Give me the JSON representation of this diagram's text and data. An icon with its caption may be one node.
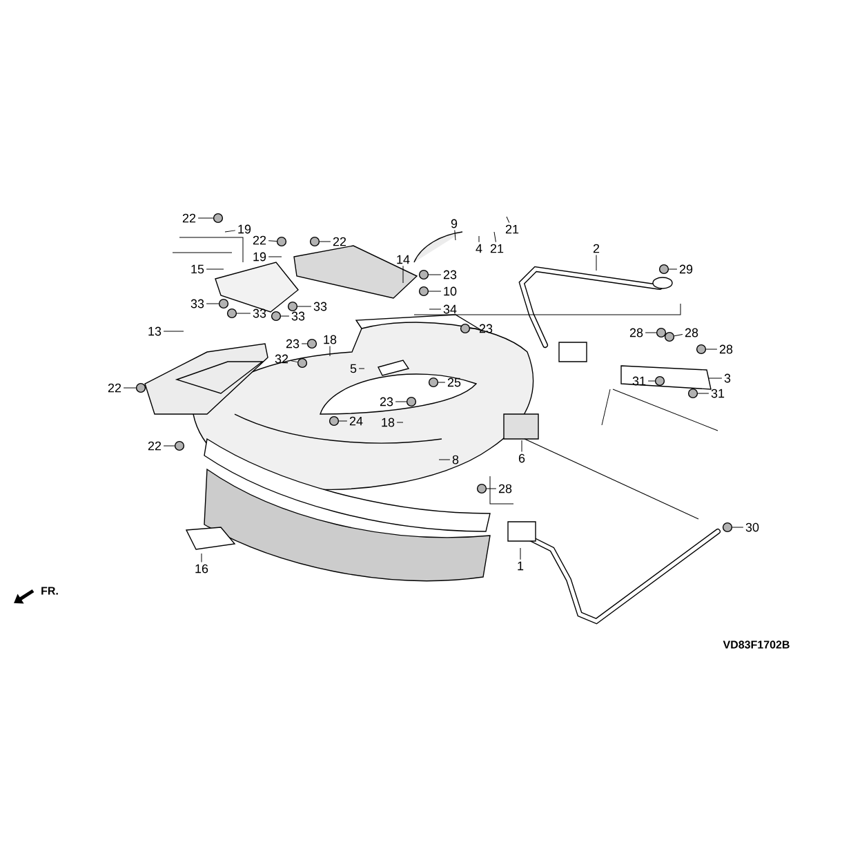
{
  "diagram": {
    "nodes": [
      {
        "text": [
          "22"
        ]
      },
      {
        "text": [
          "19"
        ]
      },
      {
        "text": [
          "22"
        ]
      },
      {
        "text": [
          "19"
        ]
      },
      {
        "text": [
          "15"
        ]
      },
      {
        "text": [
          "22"
        ]
      },
      {
        "text": [
          "14"
        ]
      },
      {
        "text": [
          "9"
        ]
      },
      {
        "text": [
          "4"
        ]
      },
      {
        "text": [
          "21"
        ]
      },
      {
        "text": [
          "21"
        ]
      },
      {
        "text": [
          "23"
        ]
      },
      {
        "text": [
          "10"
        ]
      },
      {
        "text": [
          "34"
        ]
      },
      {
        "text": [
          "2"
        ]
      },
      {
        "text": [
          "29"
        ]
      },
      {
        "text": [
          "33"
        ]
      },
      {
        "text": [
          "33"
        ]
      },
      {
        "text": [
          "33"
        ]
      },
      {
        "text": [
          "33"
        ]
      },
      {
        "text": [
          "13"
        ]
      },
      {
        "text": [
          "22"
        ]
      },
      {
        "text": [
          "23"
        ]
      },
      {
        "text": [
          "18"
        ]
      },
      {
        "text": [
          "32"
        ]
      },
      {
        "text": [
          "5"
        ]
      },
      {
        "text": [
          "23"
        ]
      },
      {
        "text": [
          "28"
        ]
      },
      {
        "text": [
          "28"
        ]
      },
      {
        "text": [
          "28"
        ]
      },
      {
        "text": [
          "3"
        ]
      },
      {
        "text": [
          "31"
        ]
      },
      {
        "text": [
          "31"
        ]
      },
      {
        "text": [
          "23"
        ]
      },
      {
        "text": [
          "25"
        ]
      },
      {
        "text": [
          "24"
        ]
      },
      {
        "text": [
          "18"
        ]
      },
      {
        "text": [
          "22"
        ]
      },
      {
        "text": [
          "8"
        ]
      },
      {
        "text": [
          "6"
        ]
      },
      {
        "text": [
          "28"
        ]
      },
      {
        "text": [
          "16"
        ]
      },
      {
        "text": [
          "1"
        ]
      },
      {
        "text": [
          "30"
        ]
      },
      {
        "text": [],
        "shape": "circle"
      },
      {
        "text": [],
        "shape": "circle"
      },
      {
        "text": [],
        "shape": "circle"
      },
      {
        "text": [],
        "shape": "circle"
      },
      {
        "text": [],
        "shape": "circle"
      },
      {
        "text": [],
        "shape": "circle"
      },
      {
        "text": [],
        "shape": "circle"
      },
      {
        "text": [],
        "shape": "circle"
      },
      {
        "text": [],
        "shape": "circle"
      },
      {
        "text": [],
        "shape": "circle"
      },
      {
        "text": [],
        "shape": "circle"
      },
      {
        "text": [],
        "shape": "circle"
      },
      {
        "text": [],
        "shape": "circle"
      },
      {
        "text": [],
        "shape": "circle"
      },
      {
        "text": [],
        "shape": "circle"
      },
      {
        "text": [],
        "shape": "circle"
      },
      {
        "text": [],
        "shape": "circle"
      },
      {
        "text": [],
        "shape": "circle"
      },
      {
        "text": [],
        "shape": "circle"
      },
      {
        "text": [],
        "shape": "circle"
      },
      {
        "text": [],
        "shape": "circle"
      },
      {
        "text": [],
        "shape": "circle"
      },
      {
        "text": [],
        "shape": "circle"
      },
      {
        "text": [],
        "shape": "circle"
      },
      {
        "text": [],
        "shape": "circle"
      }
    ],
    "edges": [
      {
        "from": 0,
        "to": 44,
        "arrow": "none"
      },
      {
        "from": 1,
        "to": null,
        "arrow": "none"
      },
      {
        "from": 2,
        "to": 45,
        "arrow": "none"
      },
      {
        "from": 3,
        "to": null,
        "arrow": "none"
      },
      {
        "from": 4,
        "to": null,
        "arrow": "none"
      },
      {
        "from": 5,
        "to": 46,
        "arrow": "none"
      },
      {
        "from": 6,
        "to": null,
        "arrow": "none"
      },
      {
        "from": 7,
        "to": null,
        "arrow": "none"
      },
      {
        "from": 8,
        "to": null,
        "arrow": "none"
      },
      {
        "from": 9,
        "to": null,
        "arrow": "none"
      },
      {
        "from": 10,
        "to": null,
        "arrow": "none"
      },
      {
        "from": 11,
        "to": 47,
        "arrow": "none"
      },
      {
        "from": 12,
        "to": 48,
        "arrow": "none"
      },
      {
        "from": 13,
        "to": null,
        "arrow": "none"
      },
      {
        "from": 14,
        "to": null,
        "arrow": "none"
      },
      {
        "from": 15,
        "to": 49,
        "arrow": "none"
      },
      {
        "from": 16,
        "to": 50,
        "arrow": "none"
      },
      {
        "from": 17,
        "to": 51,
        "arrow": "none"
      },
      {
        "from": 18,
        "to": 52,
        "arrow": "none"
      },
      {
        "from": 19,
        "to": 53,
        "arrow": "none"
      },
      {
        "from": 20,
        "to": null,
        "arrow": "none"
      },
      {
        "from": 21,
        "to": 54,
        "arrow": "none"
      },
      {
        "from": 22,
        "to": 55,
        "arrow": "none"
      },
      {
        "from": 23,
        "to": null,
        "arrow": "none"
      },
      {
        "from": 24,
        "to": 56,
        "arrow": "none"
      },
      {
        "from": 25,
        "to": null,
        "arrow": "none"
      },
      {
        "from": 26,
        "to": 57,
        "arrow": "none"
      },
      {
        "from": 27,
        "to": 58,
        "arrow": "none"
      },
      {
        "from": 28,
        "to": 59,
        "arrow": "none"
      },
      {
        "from": 29,
        "to": 60,
        "arrow": "none"
      },
      {
        "from": 30,
        "to": null,
        "arrow": "none"
      },
      {
        "from": 31,
        "to": 61,
        "arrow": "none"
      },
      {
        "from": 32,
        "to": 62,
        "arrow": "none"
      },
      {
        "from": 33,
        "to": 63,
        "arrow": "none"
      },
      {
        "from": 34,
        "to": 64,
        "arrow": "none"
      },
      {
        "from": 35,
        "to": 65,
        "arrow": "none"
      },
      {
        "from": 36,
        "to": null,
        "arrow": "none"
      },
      {
        "from": 37,
        "to": 66,
        "arrow": "none"
      },
      {
        "from": 38,
        "to": null,
        "arrow": "none"
      },
      {
        "from": 39,
        "to": null,
        "arrow": "none"
      },
      {
        "from": 40,
        "to": 67,
        "arrow": "none"
      },
      {
        "from": 41,
        "to": null,
        "arrow": "none"
      },
      {
        "from": 42,
        "to": null,
        "arrow": "none"
      },
      {
        "from": 43,
        "to": 68,
        "arrow": "none"
      }
    ],
    "labels": [
      "FR.",
      "VD83F1702B"
    ]
  }
}
